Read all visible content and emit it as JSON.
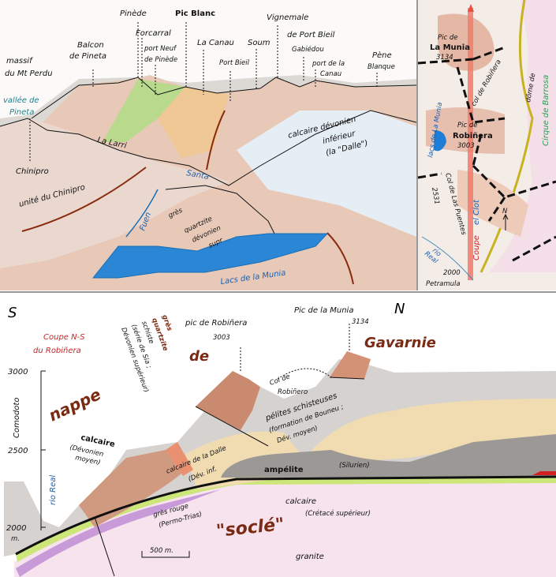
{
  "panorama": {
    "peaks": {
      "pinede": "Pinède",
      "pic_blanc": "Pic Blanc",
      "vignemale": "Vignemale",
      "forcarral": "Forcarral",
      "la_canau": "La Canau",
      "soum": "Soum",
      "de_port_bieil": "de Port Bieil",
      "balcon_1": "Balcon",
      "balcon_2": "de Pineta",
      "massif_1": "massif",
      "massif_2": "du Mt Perdu",
      "port_neuf_1": "port Neuf",
      "port_neuf_2": "de Pinède",
      "port_bieil": "Port Bieil",
      "gabiedou": "Gabiédou",
      "port_canau_1": "port de la",
      "port_canau_2": "Canau",
      "pene_1": "Pène",
      "pene_2": "Blanque"
    },
    "labels": {
      "vallee_1": "vallée de",
      "vallee_2": "Pineta",
      "chinipro": "Chinipro",
      "unite": "unité du Chinipro",
      "la_larri": "La Larri",
      "santa": "Santa",
      "fuen": "Fuen",
      "gres_1": "grès",
      "gres_2": "quartzite",
      "gres_3": "dévonien",
      "gres_4": "supr",
      "calcaire_1": "calcaire dévonien",
      "calcaire_2": "inférieur",
      "calcaire_3": "(la \"Dalle\")",
      "lacs": "Lacs de la Munia"
    }
  },
  "map": {
    "munia_1": "Pic de",
    "munia_2": "La Munia",
    "munia_alt": "3134",
    "col": "col de Robiñera",
    "robinera_1": "Pic de",
    "robinera_2": "Robiñera",
    "robinera_alt": "3003",
    "lacs": "lacs de La Munia",
    "col_puentes": "Col de Las Puentes",
    "col_puentes_alt": "2531",
    "coupe": "Coupe",
    "el_clot": "el Clot",
    "north": "N",
    "rio_1": "rio",
    "rio_2": "Real",
    "petramula_alt": "2000",
    "petramula": "Petramula",
    "dome": "dôme de",
    "cirque": "Cirque de Barrosa"
  },
  "section": {
    "south": "S",
    "north": "N",
    "title_1": "Coupe N-S",
    "title_2": "du Robiñera",
    "axis": {
      "ticks": [
        "3000",
        "2500",
        "2000"
      ],
      "unit": "m.",
      "label": "Comodoto"
    },
    "rio_real": "rio Real",
    "nappe_1": "nappe",
    "nappe_2": "de",
    "nappe_3": "Gavarnie",
    "sia_1": "grès",
    "sia_2": "quartzite",
    "sia_3": "schiste",
    "sia_4": "(série de Sia ;",
    "sia_5": "Dévonien supérieur)",
    "pic_robinera": "pic de Robiñera",
    "pic_robinera_alt": "3003",
    "pic_munia": "Pic de la Munia",
    "pic_munia_alt": "3134",
    "col_1": "Col de",
    "col_2": "Robiñero",
    "pelites_1": "pélites schisteuses",
    "pelites_2": "(formation de Bouneu ;",
    "pelites_3": "Dév. moyen)",
    "calc_dm_1": "calcaire",
    "calc_dm_2": "(Dévonien",
    "calc_dm_3": "moyen)",
    "dalle_1": "calcaire de la Dalle",
    "dalle_2": "(Dév. inf.",
    "ampelite": "ampélite",
    "silurien": "(Silurien)",
    "gres_rouge_1": "grès rouge",
    "gres_rouge_2": "(Permo-Trias)",
    "calc_cret_1": "calcaire",
    "calc_cret_2": "(Crétacé supérieur)",
    "socle": "\"soclé\"",
    "granite": "granite",
    "scale": "500 m."
  }
}
